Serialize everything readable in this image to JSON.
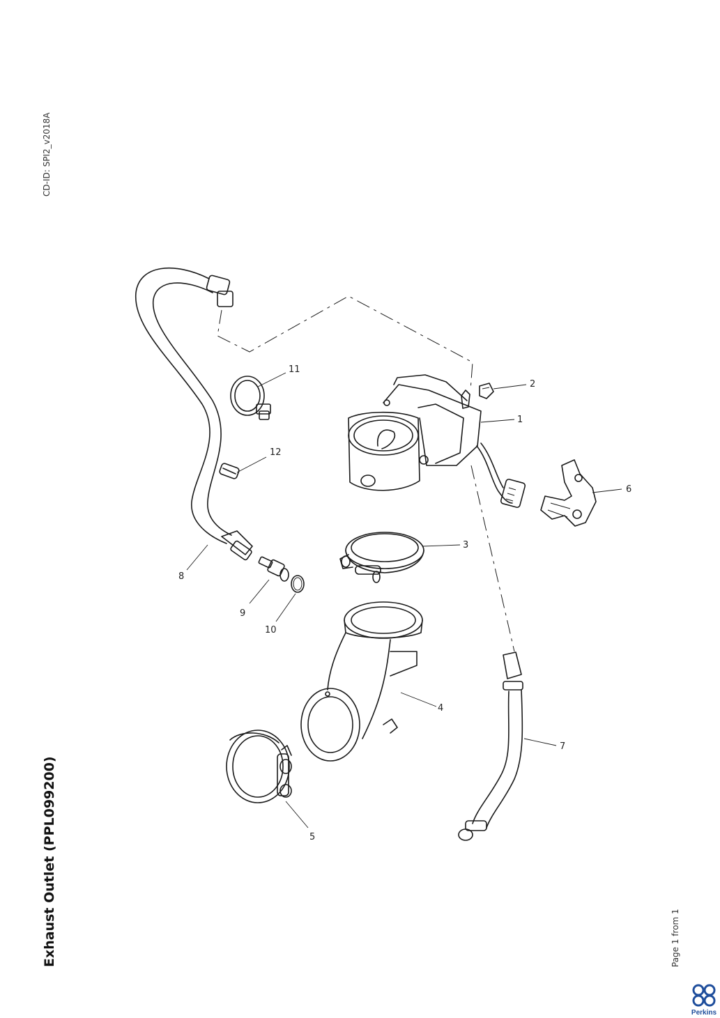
{
  "document": {
    "cd_id": "CD-ID: SPI2_v2018A",
    "title": "Exhaust Outlet (PPL099200)",
    "page": "Page 1 from 1"
  },
  "brand": {
    "name": "Perkins",
    "color": "#1f4e9c"
  },
  "callouts": [
    {
      "id": "1",
      "label": "1"
    },
    {
      "id": "2",
      "label": "2"
    },
    {
      "id": "3",
      "label": "3"
    },
    {
      "id": "4",
      "label": "4"
    },
    {
      "id": "5",
      "label": "5"
    },
    {
      "id": "6",
      "label": "6"
    },
    {
      "id": "7",
      "label": "7"
    },
    {
      "id": "8",
      "label": "8"
    },
    {
      "id": "9",
      "label": "9"
    },
    {
      "id": "10",
      "label": "10"
    },
    {
      "id": "11",
      "label": "11"
    },
    {
      "id": "12",
      "label": "12"
    }
  ]
}
